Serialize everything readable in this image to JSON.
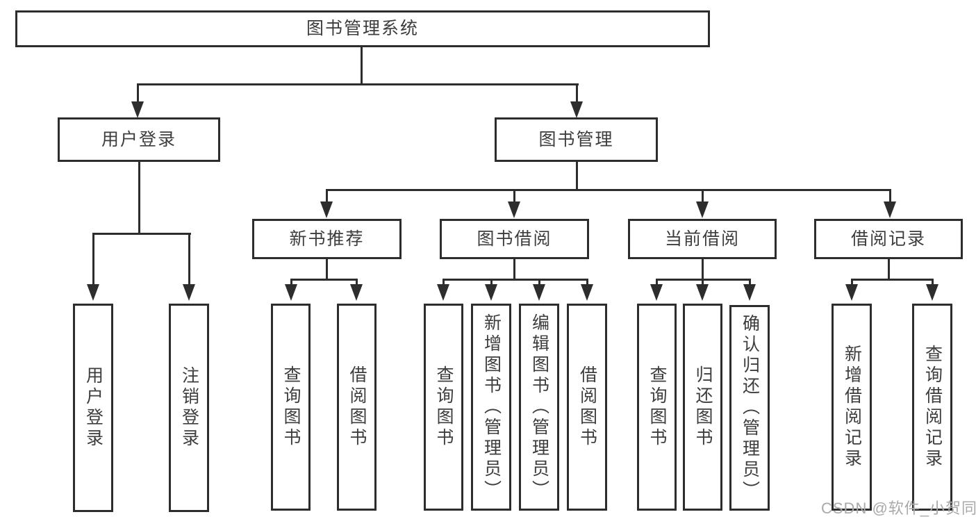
{
  "diagram": {
    "title": "图书管理系统",
    "branches": [
      {
        "label": "用户登录",
        "children": [
          {
            "label": "用户登录"
          },
          {
            "label": "注销登录"
          }
        ]
      },
      {
        "label": "图书管理",
        "children": [
          {
            "label": "新书推荐",
            "children": [
              {
                "label": "查询图书"
              },
              {
                "label": "借阅图书"
              }
            ]
          },
          {
            "label": "图书借阅",
            "children": [
              {
                "label": "查询图书"
              },
              {
                "label": "新增图书（管理员）"
              },
              {
                "label": "编辑图书（管理员）"
              },
              {
                "label": "借阅图书"
              }
            ]
          },
          {
            "label": "当前借阅",
            "children": [
              {
                "label": "查询图书"
              },
              {
                "label": "归还图书"
              },
              {
                "label": "确认归还（管理员）"
              }
            ]
          },
          {
            "label": "借阅记录",
            "children": [
              {
                "label": "新增借阅记录"
              },
              {
                "label": "查询借阅记录"
              }
            ]
          }
        ]
      }
    ]
  },
  "watermark": {
    "text": "CSDN @软件_小贺同学"
  },
  "colors": {
    "line": "#2d2d2d",
    "text": "#3d3d3d",
    "watermark": "#a9a9a9",
    "background": "#ffffff"
  }
}
